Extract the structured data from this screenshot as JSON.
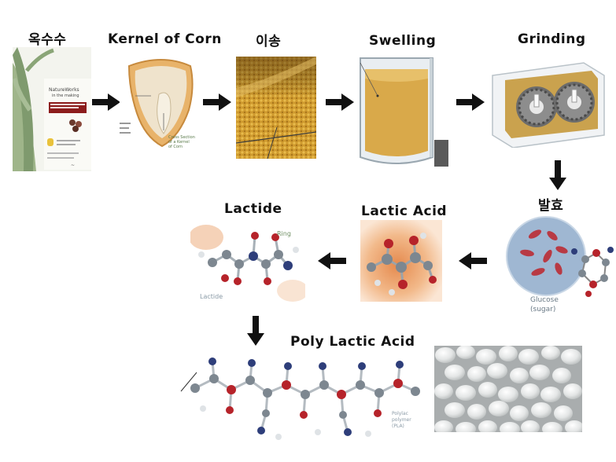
{
  "steps": {
    "corn": "옥수수",
    "kernel": "Kernel of Corn",
    "transfer": "이송",
    "swelling": "Swelling",
    "grinding": "Grinding",
    "fermentation": "발효",
    "lactic_acid": "Lactic Acid",
    "lactide": "Lactide",
    "pla": "Poly Lactic Acid"
  },
  "inset_text": {
    "natureworks_1": "NatureWorks",
    "natureworks_2": "in the making",
    "kernel_note_1": "Cross Section",
    "kernel_note_2": "of a Kernel",
    "kernel_note_3": "of Corn",
    "ring": "Ring",
    "lactide_caption": "Lactide",
    "glucose_1": "Glucose",
    "glucose_2": "(sugar)",
    "pla_caption_1": "Polylac",
    "pla_caption_2": "polymer",
    "pla_caption_3": "(PLA)"
  },
  "colors": {
    "arrow": "#111111",
    "corn_gold": "#d4a23a",
    "atom_grey": "#7d8790",
    "atom_red": "#b6232a",
    "atom_blue": "#2e3e7a",
    "glucose_blue": "#8aa6c4"
  }
}
